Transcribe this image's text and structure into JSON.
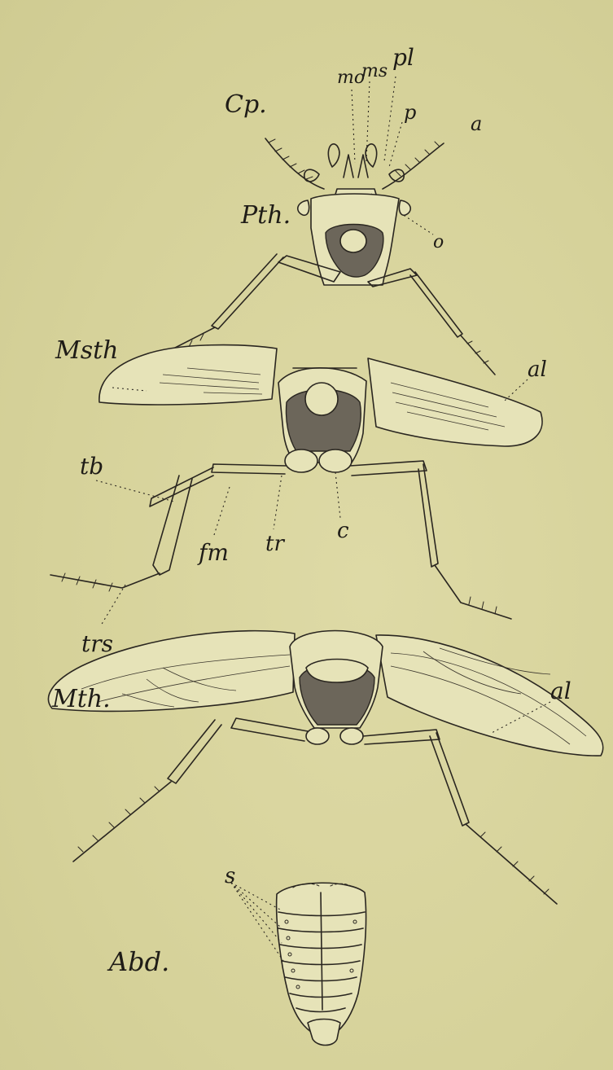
{
  "labels": {
    "caput": {
      "title": "Cp.",
      "mo": "mo",
      "ms": "ms",
      "pl": "pl",
      "p": "p",
      "a": "a",
      "o": "o"
    },
    "prothorax": {
      "title": "Pth."
    },
    "mesothorax": {
      "title": "Msth",
      "al": "al",
      "tb": "tb",
      "fm": "fm",
      "tr": "tr",
      "c": "c",
      "trs": "trs"
    },
    "metathorax": {
      "title": "Mth.",
      "al": "al"
    },
    "abdomen": {
      "title": "Abd.",
      "s": "s"
    }
  },
  "colors": {
    "paper": "#d8d49c",
    "ink": "#2a2620",
    "shade": "#6c665a"
  }
}
